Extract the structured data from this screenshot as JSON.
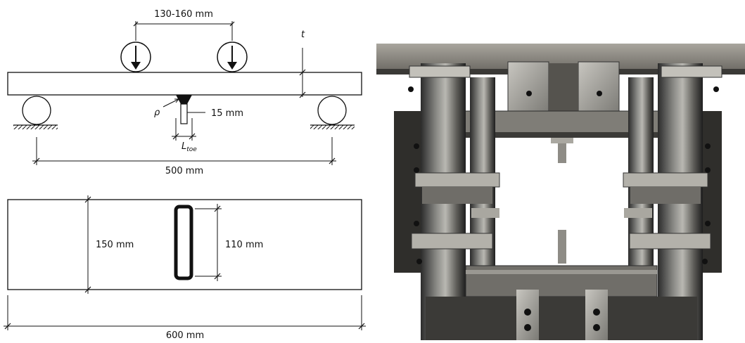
{
  "side_view": {
    "load_spacing_label": "130-160 mm",
    "thickness_symbol": "t",
    "notch_radius_symbol": "ρ",
    "gap_label": "15 mm",
    "toe_symbol": "L",
    "toe_subscript": "toe",
    "span_label": "500 mm"
  },
  "top_view": {
    "width_label": "150 mm",
    "weld_length_label": "110 mm",
    "length_label": "600 mm"
  },
  "photo": {
    "subject": "four-point bending test fixture with welded specimen"
  }
}
